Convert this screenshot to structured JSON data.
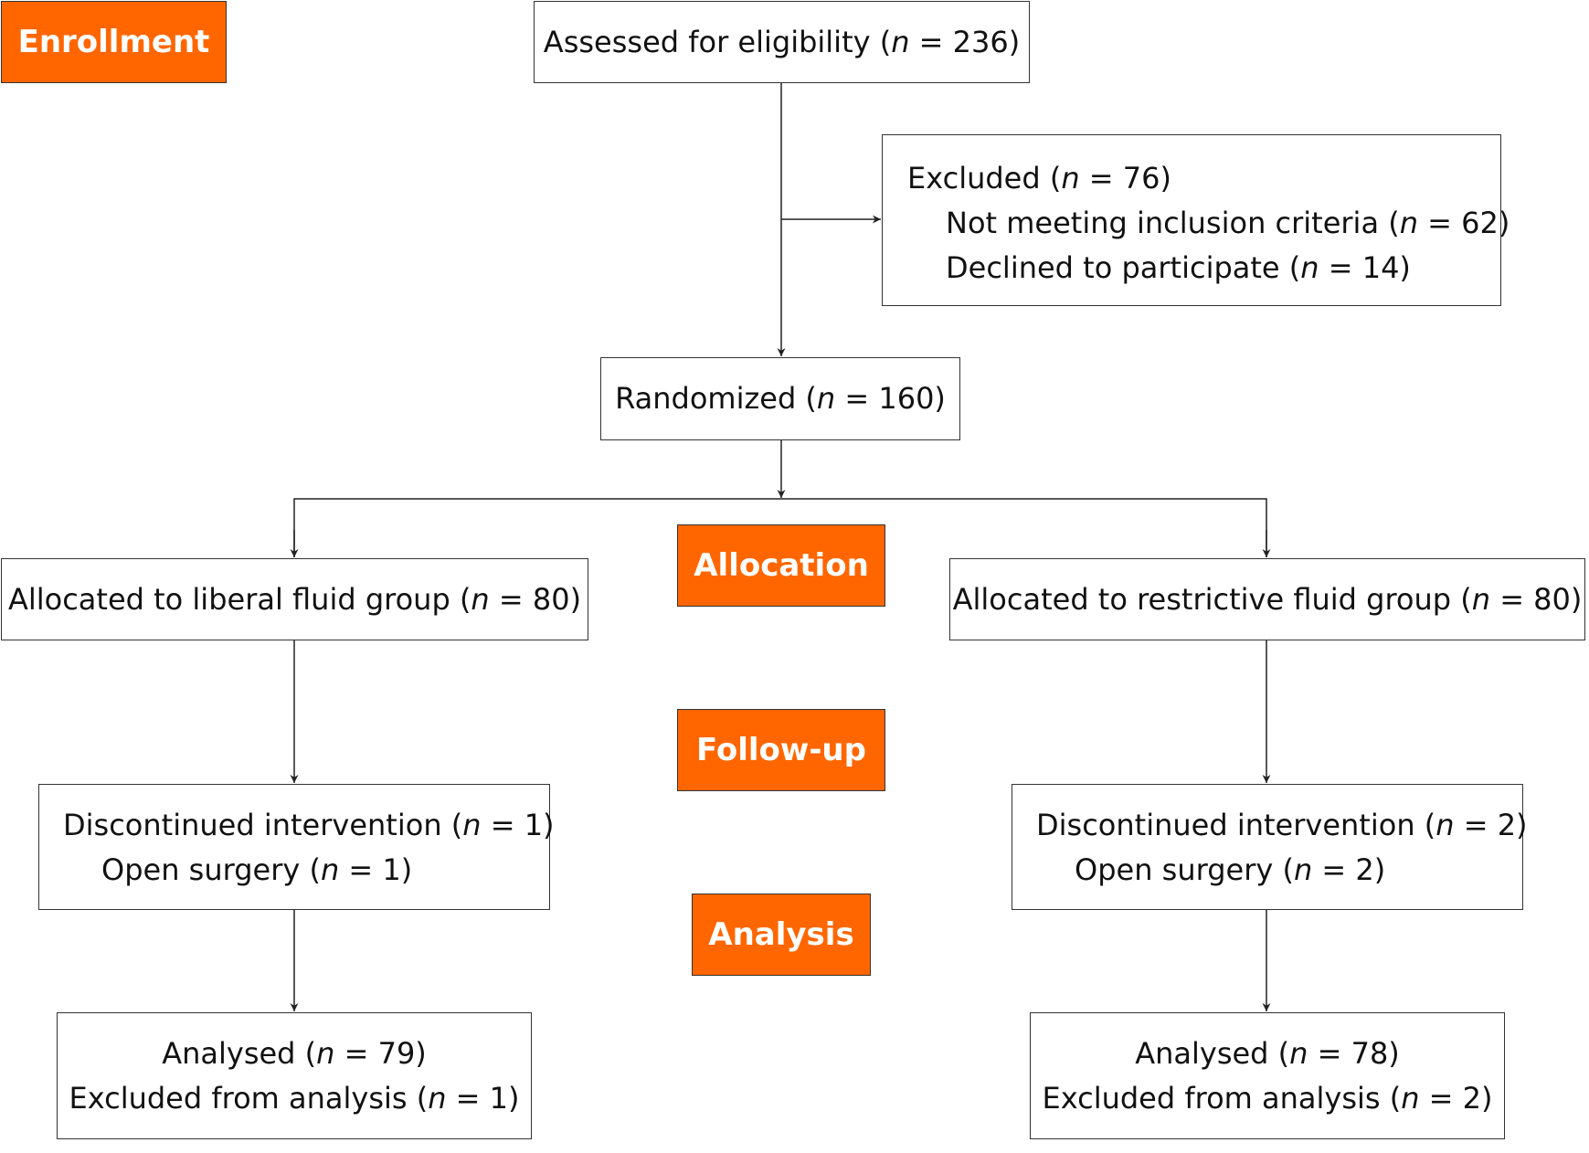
{
  "colors": {
    "stage_fill": "#ff6600",
    "line": "#222222"
  },
  "stages": {
    "enrollment": "Enrollment",
    "allocation": "Allocation",
    "follow_up": "Follow-up",
    "analysis": "Analysis"
  },
  "assessed": {
    "pre": "Assessed for eligibility (",
    "n": "n",
    "post": " = 236)"
  },
  "excluded": {
    "title": {
      "pre": "Excluded (",
      "n": "n",
      "post": " = 76)"
    },
    "inclusion": {
      "pre": "Not meeting inclusion criteria (",
      "n": "n",
      "post": " = 62)"
    },
    "declined": {
      "pre": "Declined to participate (",
      "n": "n",
      "post": " = 14)"
    }
  },
  "randomized": {
    "pre": "Randomized (",
    "n": "n",
    "post": " = 160)"
  },
  "liberal": {
    "allocated": {
      "pre": "Allocated to liberal fluid group (",
      "n": "n",
      "post": " = 80)"
    },
    "discontinued": {
      "pre": "Discontinued intervention (",
      "n": "n",
      "post": " = 1)"
    },
    "open_surgery": {
      "pre": "Open surgery (",
      "n": "n",
      "post": " = 1)"
    },
    "analysed": {
      "pre": "Analysed (",
      "n": "n",
      "post": " = 79)"
    },
    "excluded_analysis": {
      "pre": "Excluded from analysis (",
      "n": "n",
      "post": " = 1)"
    }
  },
  "restrictive": {
    "allocated": {
      "pre": "Allocated to restrictive fluid group (",
      "n": "n",
      "post": " = 80)"
    },
    "discontinued": {
      "pre": "Discontinued intervention (",
      "n": "n",
      "post": " = 2)"
    },
    "open_surgery": {
      "pre": "Open surgery (",
      "n": "n",
      "post": " = 2)"
    },
    "analysed": {
      "pre": "Analysed (",
      "n": "n",
      "post": " = 78)"
    },
    "excluded_analysis": {
      "pre": "Excluded from analysis (",
      "n": "n",
      "post": " = 2)"
    }
  }
}
